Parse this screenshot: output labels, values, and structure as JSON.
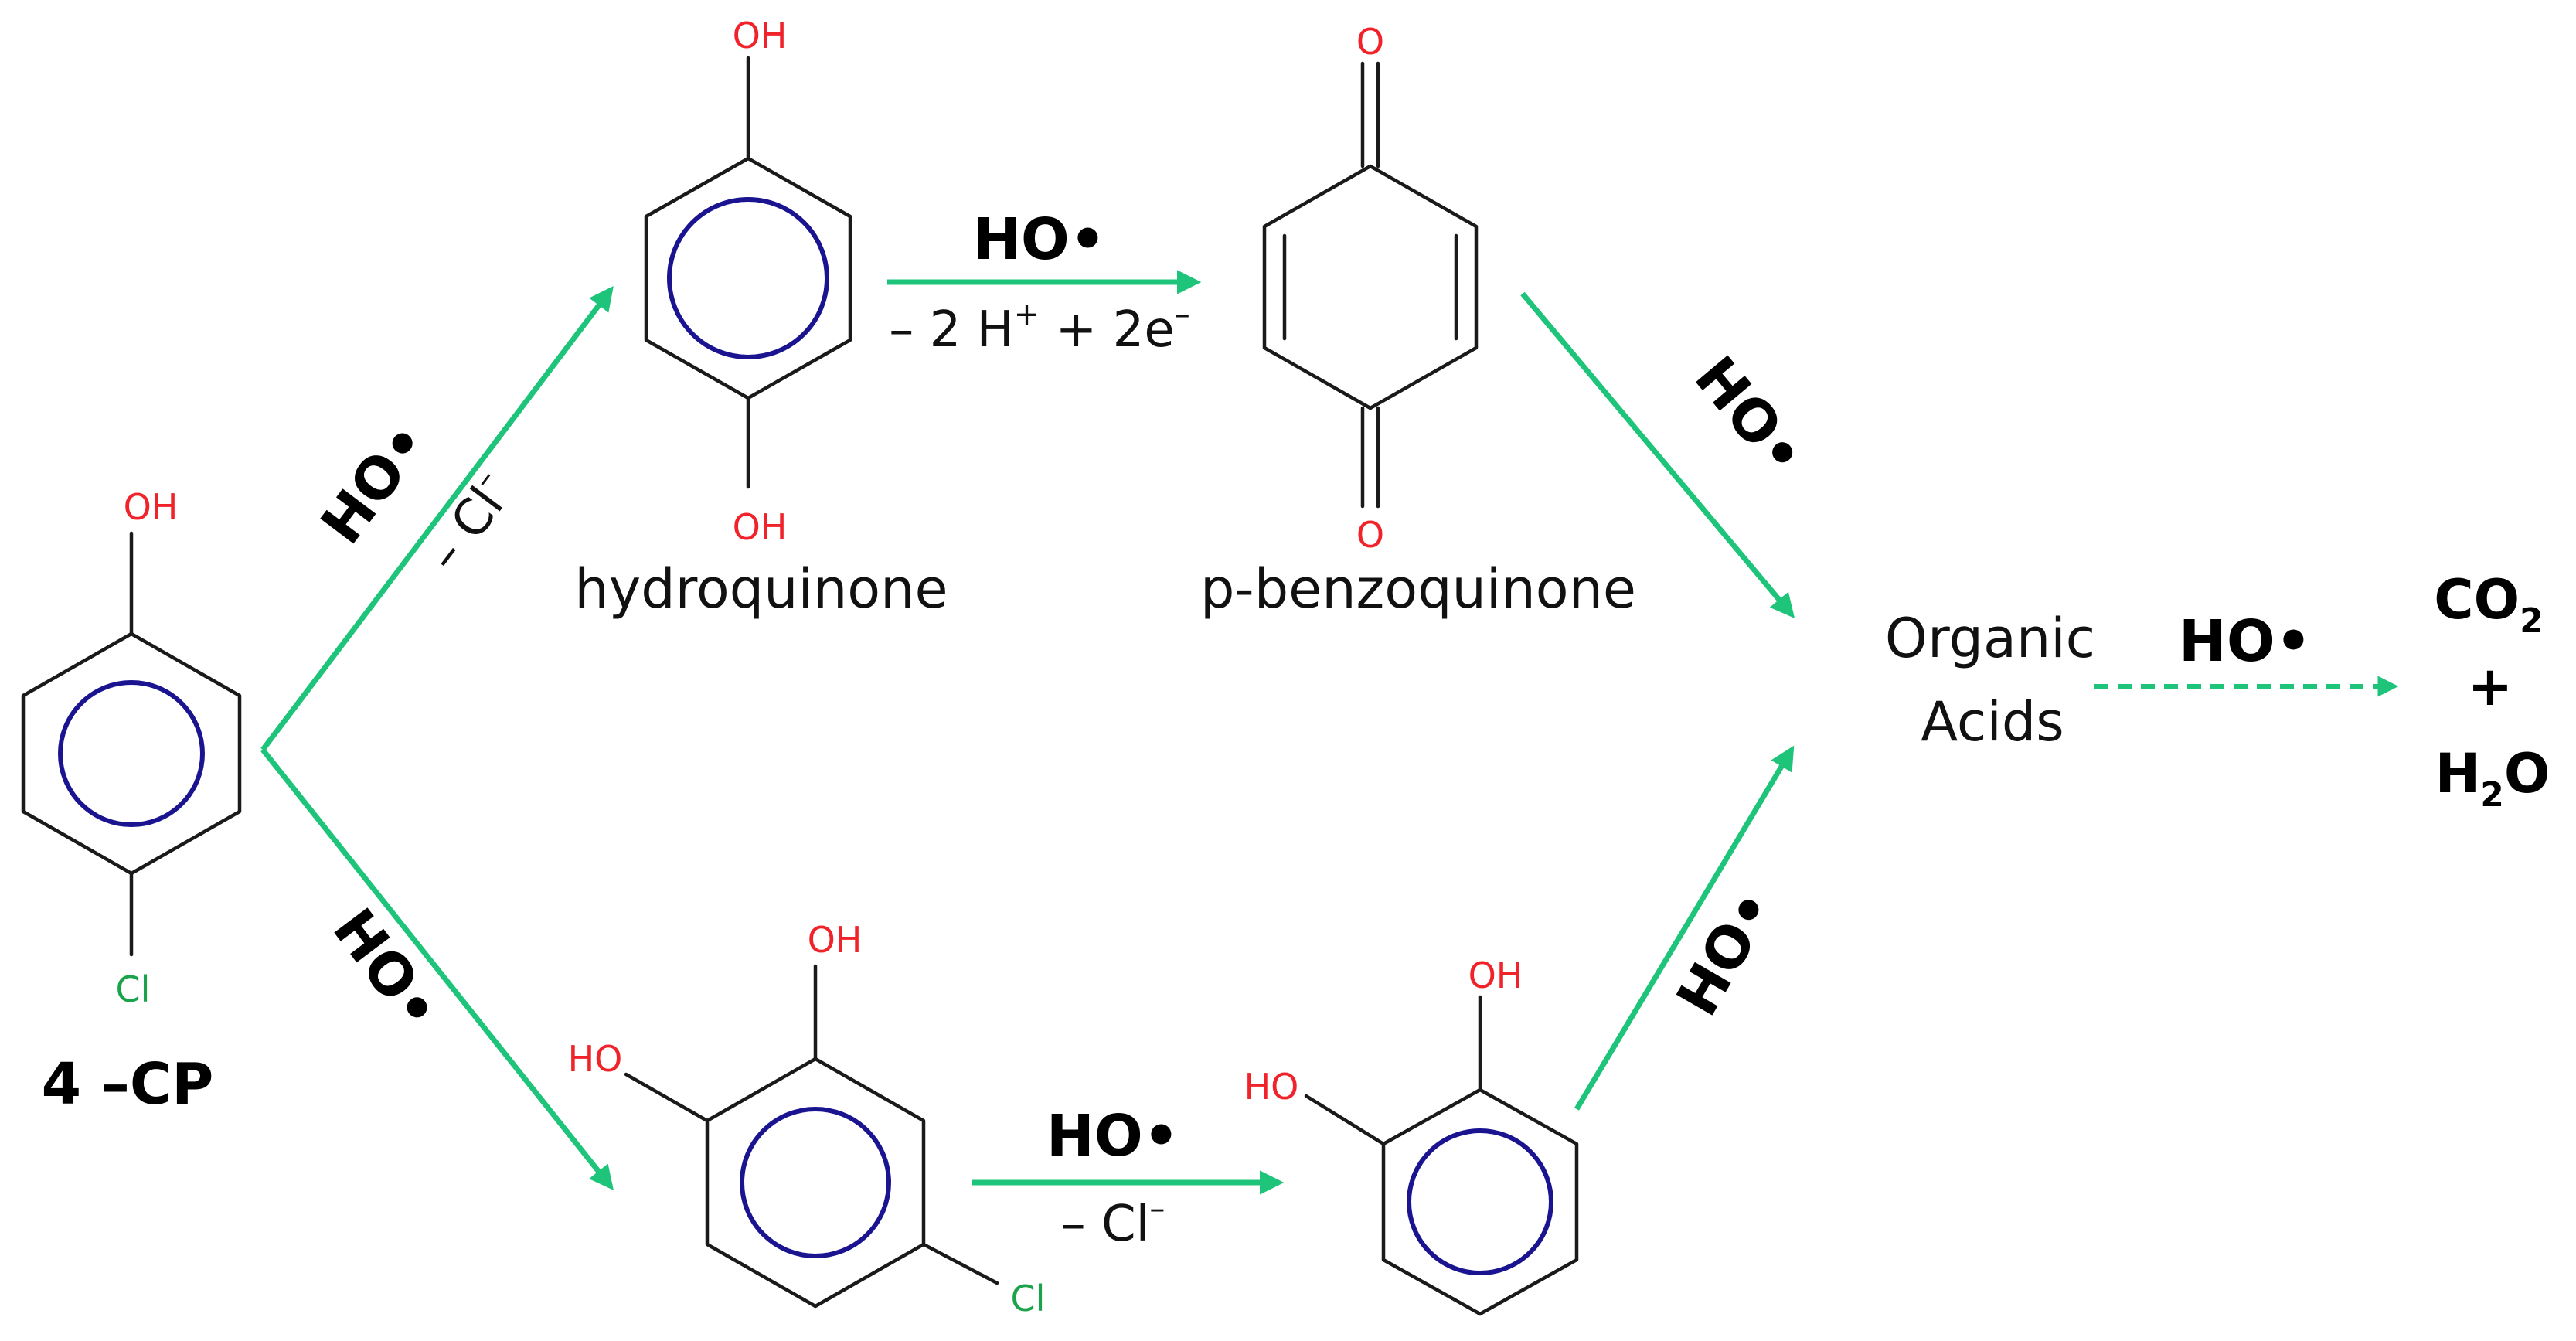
{
  "colors": {
    "arrow": "#1ec47a",
    "ring": "#1b1490",
    "oxygen_label": "#f0232a",
    "chlorine_label": "#1aa34a"
  },
  "atoms": {
    "oh": "OH",
    "ho": "HO",
    "cl": "Cl",
    "o": "O"
  },
  "compounds": {
    "start": "4 –CP",
    "hydroquinone": "hydroquinone",
    "benzoquinone": "p-benzoquinone",
    "organic_acids_line1": "Organic",
    "organic_acids_line2": "Acids"
  },
  "reagents": {
    "hydroxyl_radical": "HO•",
    "minus_cl": "– Cl",
    "cl_charge": "–",
    "minus_2h": "– 2 H",
    "h_charge": "+",
    "plus_2e": "+ 2e",
    "e_charge": "–"
  },
  "products": {
    "co2": "CO",
    "co2_sub": "2",
    "plus": "+",
    "h2o_h": "H",
    "h2o_sub": "2",
    "h2o_o": "O"
  }
}
